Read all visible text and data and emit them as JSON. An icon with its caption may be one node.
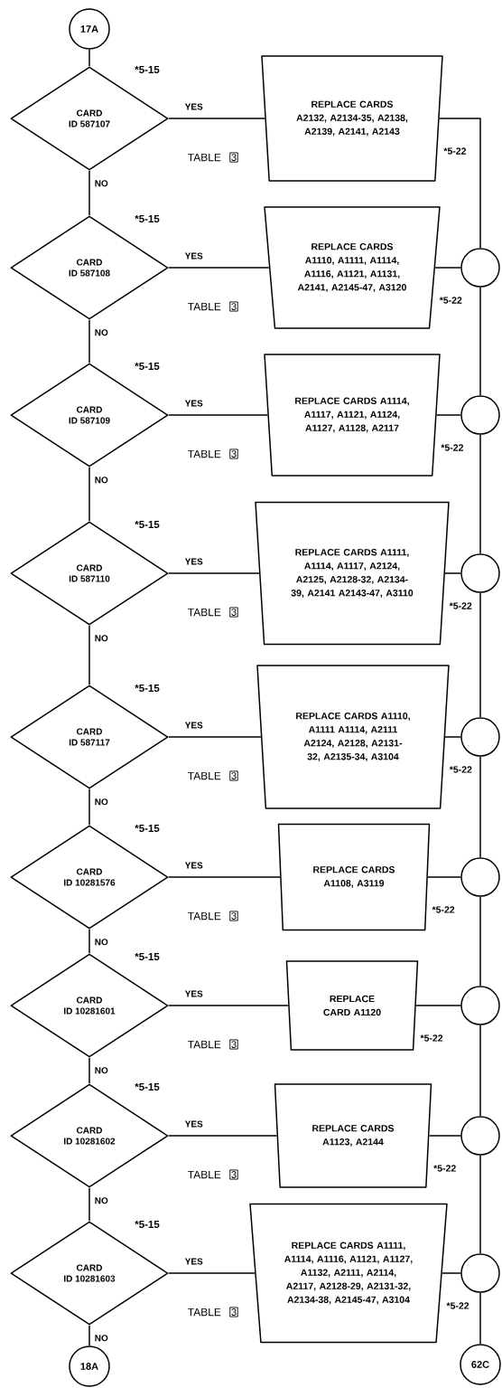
{
  "diagram": {
    "nodes": [
      {
        "text": [
          "17A"
        ]
      },
      {
        "text": [
          "CARD",
          "ID 587107"
        ],
        "beside": [
          "*5-15",
          "TABLE",
          "3"
        ]
      },
      {
        "text": [
          "CARD",
          "ID 587108"
        ],
        "beside": [
          "*5-15",
          "TABLE",
          "3"
        ]
      },
      {
        "text": [
          "CARD",
          "ID 587109"
        ],
        "beside": [
          "*5-15",
          "TABLE",
          "3"
        ]
      },
      {
        "text": [
          "CARD",
          "ID 587110"
        ],
        "beside": [
          "*5-15",
          "TABLE",
          "3"
        ]
      },
      {
        "text": [
          "CARD",
          "ID 587117"
        ],
        "beside": [
          "*5-15",
          "TABLE",
          "3"
        ]
      },
      {
        "text": [
          "CARD",
          "ID 10281576"
        ],
        "beside": [
          "*5-15",
          "TABLE",
          "3"
        ]
      },
      {
        "text": [
          "CARD",
          "ID 10281601"
        ],
        "beside": [
          "*5-15",
          "TABLE",
          "3"
        ]
      },
      {
        "text": [
          "CARD",
          "ID 10281602"
        ],
        "beside": [
          "*5-15",
          "TABLE",
          "3"
        ]
      },
      {
        "text": [
          "CARD",
          "ID 10281603"
        ],
        "beside": [
          "*5-15",
          "TABLE",
          "3"
        ]
      },
      {
        "text": [
          "REPLACE CARDS A2132, A2134-35, A2138, A2139, A2141, A2143"
        ],
        "beside": [
          "*5-22"
        ]
      },
      {
        "text": [
          "REPLACE CARDS A1110, A1111, A1114, A1116, A1121, A1131, A2141, A2145-47, A3120"
        ],
        "beside": [
          "*5-22"
        ]
      },
      {
        "text": [
          "REPLACE CARDS A1114, A1117, A1121, A1124, A1127, A1128, A2117"
        ],
        "beside": [
          "*5-22"
        ]
      },
      {
        "text": [
          "REPLACE CARDS A1111, A1114, A1117, A2124, A2125, A2128-32, A2134-39, A2141 A2143-47, A3110"
        ],
        "beside": [
          "*5-22"
        ]
      },
      {
        "text": [
          "REPLACE CARDS A1110, A1111 A1114, A2111 A2124, A2128, A2131-32, A2135-34, A3104"
        ],
        "beside": [
          "*5-22"
        ]
      },
      {
        "text": [
          "REPLACE CARDS A1108, A3119"
        ],
        "beside": [
          "*5-22"
        ]
      },
      {
        "text": [
          "REPLACE CARD A1120"
        ],
        "beside": [
          "*5-22"
        ]
      },
      {
        "text": [
          "REPLACE CARDS A1123, A2144"
        ],
        "beside": [
          "*5-22"
        ]
      },
      {
        "text": [
          "REPLACE CARDS A1111, A1114, A1116, A1121, A1127, A1132, A2111, A2114, A2117, A2128-29, A2131-32, A2134-38, A2145-47, A3104"
        ],
        "beside": [
          "*5-22"
        ]
      },
      {
        "text": [],
        "shape": "circle"
      },
      {
        "text": [],
        "shape": "circle"
      },
      {
        "text": [],
        "shape": "circle"
      },
      {
        "text": [],
        "shape": "circle"
      },
      {
        "text": [],
        "shape": "circle"
      },
      {
        "text": [],
        "shape": "circle"
      },
      {
        "text": [],
        "shape": "circle"
      },
      {
        "text": [],
        "shape": "circle"
      },
      {
        "text": [
          "18A"
        ]
      },
      {
        "text": [
          "62C"
        ]
      }
    ],
    "edges": [
      {
        "from": 0,
        "to": 1,
        "arrow": "none"
      },
      {
        "from": 1,
        "to": 10,
        "arrow": "none",
        "label": "YES"
      },
      {
        "from": 1,
        "to": 2,
        "arrow": "none",
        "label": "NO"
      },
      {
        "from": 2,
        "to": 11,
        "arrow": "none",
        "label": "YES"
      },
      {
        "from": 2,
        "to": 3,
        "arrow": "none",
        "label": "NO"
      },
      {
        "from": 3,
        "to": 12,
        "arrow": "none",
        "label": "YES"
      },
      {
        "from": 3,
        "to": 4,
        "arrow": "none",
        "label": "NO"
      },
      {
        "from": 4,
        "to": 13,
        "arrow": "none",
        "label": "YES"
      },
      {
        "from": 4,
        "to": 5,
        "arrow": "none",
        "label": "NO"
      },
      {
        "from": 5,
        "to": 14,
        "arrow": "none",
        "label": "YES"
      },
      {
        "from": 5,
        "to": 6,
        "arrow": "none",
        "label": "NO"
      },
      {
        "from": 6,
        "to": 15,
        "arrow": "none",
        "label": "YES"
      },
      {
        "from": 6,
        "to": 7,
        "arrow": "none",
        "label": "NO"
      },
      {
        "from": 7,
        "to": 16,
        "arrow": "none",
        "label": "YES"
      },
      {
        "from": 7,
        "to": 8,
        "arrow": "none",
        "label": "NO"
      },
      {
        "from": 8,
        "to": 17,
        "arrow": "none",
        "label": "YES"
      },
      {
        "from": 8,
        "to": 9,
        "arrow": "none",
        "label": "NO"
      },
      {
        "from": 9,
        "to": 18,
        "arrow": "none",
        "label": "YES"
      },
      {
        "from": 9,
        "to": 27,
        "arrow": "none",
        "label": "NO"
      },
      {
        "from": 10,
        "to": 19,
        "arrow": "none"
      },
      {
        "from": 11,
        "to": 19,
        "arrow": "none"
      },
      {
        "from": 12,
        "to": 20,
        "arrow": "none"
      },
      {
        "from": 13,
        "to": 21,
        "arrow": "none"
      },
      {
        "from": 14,
        "to": 22,
        "arrow": "none"
      },
      {
        "from": 15,
        "to": 23,
        "arrow": "none"
      },
      {
        "from": 16,
        "to": 24,
        "arrow": "none"
      },
      {
        "from": 17,
        "to": 25,
        "arrow": "none"
      },
      {
        "from": 18,
        "to": 26,
        "arrow": "none"
      },
      {
        "from": 19,
        "to": 20,
        "arrow": "none"
      },
      {
        "from": 20,
        "to": 21,
        "arrow": "none"
      },
      {
        "from": 21,
        "to": 22,
        "arrow": "none"
      },
      {
        "from": 22,
        "to": 23,
        "arrow": "none"
      },
      {
        "from": 23,
        "to": 24,
        "arrow": "none"
      },
      {
        "from": 24,
        "to": 25,
        "arrow": "none"
      },
      {
        "from": 25,
        "to": 26,
        "arrow": "none"
      },
      {
        "from": 26,
        "to": 28,
        "arrow": "none"
      }
    ]
  }
}
